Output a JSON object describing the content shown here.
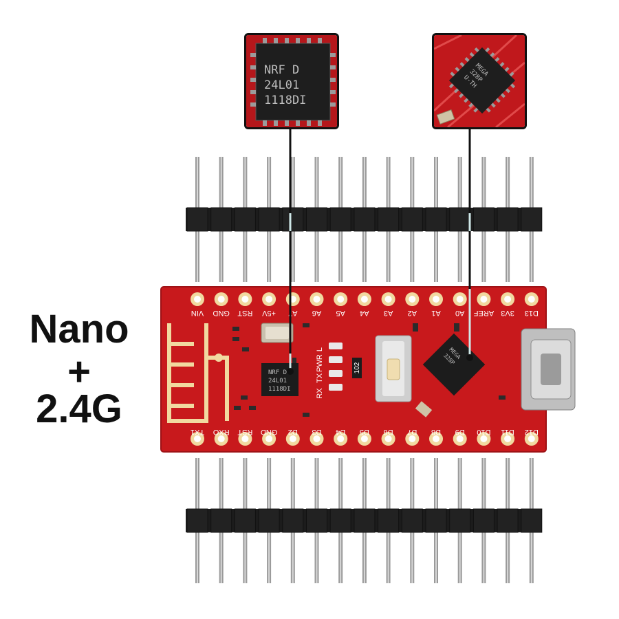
{
  "product_caption": {
    "line1": "Nano",
    "line2": "+",
    "line3": "2.4G"
  },
  "callout_left": {
    "chip_lines": [
      "NRF D",
      "24L01",
      "1118DI"
    ]
  },
  "callout_right": {
    "chip_lines": [
      "MEGA",
      "328P",
      "U-TH"
    ]
  },
  "board": {
    "top_pins": [
      "VIN",
      "GND",
      "RST",
      "+5V",
      "A7",
      "A6",
      "A5",
      "A4",
      "A3",
      "A2",
      "A1",
      "A0",
      "AREF",
      "3V3",
      "D13"
    ],
    "bottom_pins": [
      "TX1",
      "RXO",
      "RST",
      "GND",
      "D2",
      "D3",
      "D4",
      "D5",
      "D6",
      "D7",
      "D8",
      "D9",
      "D10",
      "D11",
      "D12"
    ],
    "led_labels": [
      "L",
      "PWR",
      "TX",
      "RX"
    ],
    "resistor_code": "102",
    "board_chip_left": [
      "NRF D",
      "24L01",
      "1118DI"
    ],
    "board_chip_right": [
      "MEGA",
      "328P"
    ]
  },
  "colors": {
    "pcb": "#c8191c",
    "pcb_dark": "#a01014",
    "gold": "#f1d9a0",
    "header": "#1c1c1c",
    "pin": "#9a9a9a"
  }
}
